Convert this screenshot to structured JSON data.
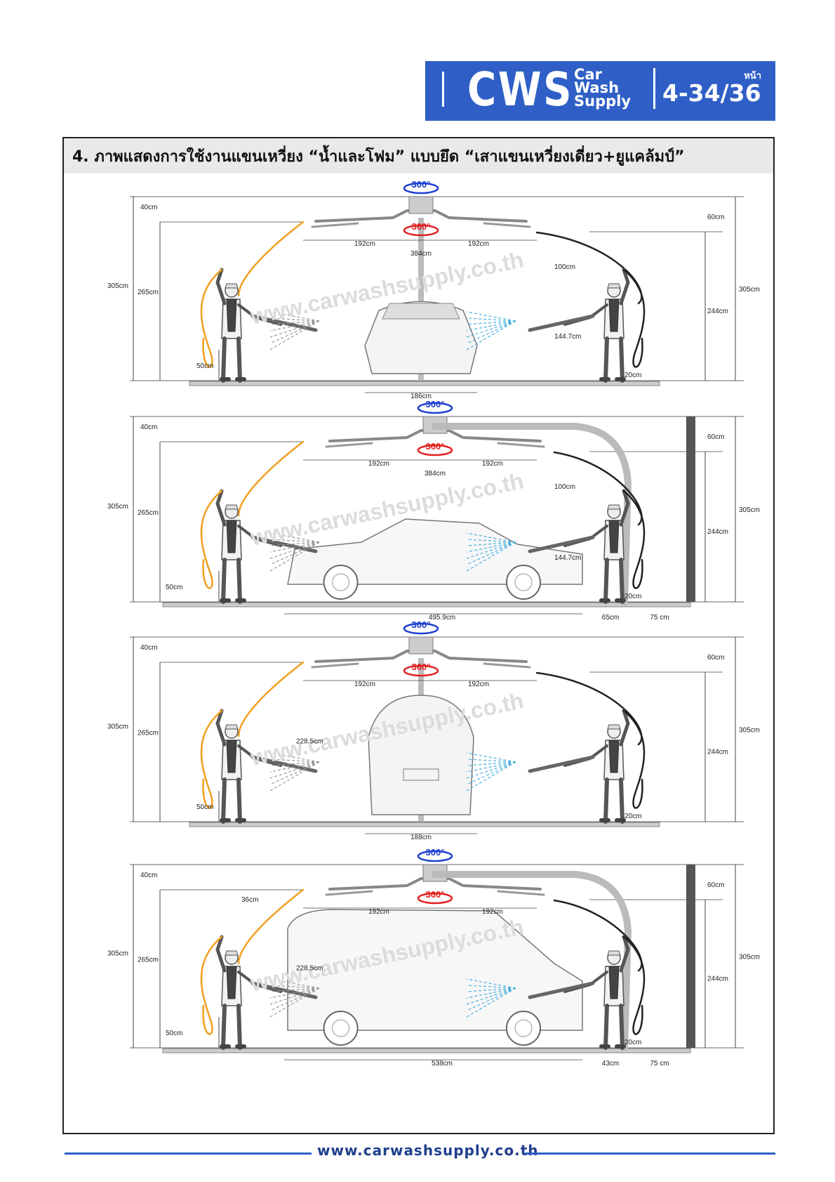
{
  "header": {
    "logo": "CWS",
    "logo_sub": [
      "Car",
      "Wash",
      "Supply"
    ],
    "page_label": "หน้า",
    "page_number": "4-34/36"
  },
  "section_title": "4. ภาพแสดงการใช้งานแขนเหวี่ยง “น้ำและโฟม” แบบยึด “เสาแขนเหวี่ยงเดี่ยว+ยูแคล้มป์”",
  "watermark": "www.carwashsupply.co.th",
  "rotation": {
    "boom": "300°",
    "arm": "360°"
  },
  "panels": [
    {
      "labels": [
        "40cm",
        "305cm",
        "265cm",
        "50cm",
        "192cm",
        "192cm",
        "384cm",
        "100cm",
        "144.7cm",
        "60cm",
        "305cm",
        "244cm",
        "20cm",
        "186cm"
      ]
    },
    {
      "labels": [
        "40cm",
        "305cm",
        "265cm",
        "50cm",
        "192cm",
        "192cm",
        "384cm",
        "100cm",
        "144.7cm",
        "60cm",
        "305cm",
        "244cm",
        "20cm",
        "495.9cm",
        "65cm",
        "75 cm"
      ]
    },
    {
      "labels": [
        "40cm",
        "305cm",
        "265cm",
        "50cm",
        "192cm",
        "192cm",
        "228.5cm",
        "60cm",
        "305cm",
        "244cm",
        "20cm",
        "188cm"
      ]
    },
    {
      "labels": [
        "40cm",
        "36cm",
        "305cm",
        "265cm",
        "228.5cm",
        "50cm",
        "192cm",
        "192cm",
        "60cm",
        "305cm",
        "244cm",
        "20cm",
        "538cm",
        "43cm",
        "75 cm"
      ]
    }
  ],
  "footer_url": "www.carwashsupply.co.th",
  "colors": {
    "brand": "#2f5fc6",
    "hose_left": "#f0a020",
    "hose_right": "#222222",
    "rotate_blue": "#1c3fd0",
    "rotate_red": "#e02020",
    "spray": "#4ab0e0"
  }
}
